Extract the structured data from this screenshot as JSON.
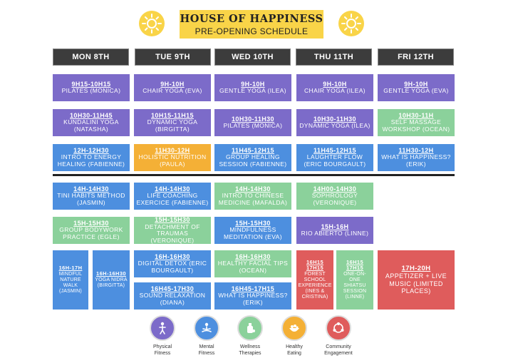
{
  "header": {
    "title": "HOUSE OF HAPPINESS",
    "subtitle": "PRE-OPENING SCHEDULE"
  },
  "days": [
    "MON 8TH",
    "TUE 9TH",
    "WED 10TH",
    "THU 11TH",
    "FRI 12TH"
  ],
  "sessions": [
    {
      "time": "9H15-10H15",
      "name": "PILATES (MONICA)"
    },
    {
      "time": "9H-10H",
      "name": "CHAIR YOGA (EVA)"
    },
    {
      "time": "9H-10H",
      "name": "GENTLE YOGA (ILEA)"
    },
    {
      "time": "9H-10H",
      "name": "CHAIR YOGA (ILEA)"
    },
    {
      "time": "9H-10H",
      "name": "GENTLE YOGA (EVA)"
    },
    {
      "time": "10H30-11H45",
      "name": "KUNDALINI YOGA (NATASHA)"
    },
    {
      "time": "10H15-11H15",
      "name": "DYNAMIC YOGA (BIRGITTA)"
    },
    {
      "time": "10H30-11H30",
      "name": "PILATES (MONICA)"
    },
    {
      "time": "10H30-11H30",
      "name": "DYNAMIC YOGA (ILEA)"
    },
    {
      "time": "10H30-11H",
      "name": "SELF MASSAGE WORKSHOP (OCEAN)"
    },
    {
      "time": "12H-12H30",
      "name": "INTRO TO ENERGY HEALING (FABIENNE)"
    },
    {
      "time": "11H30-12H",
      "name": "HOLISTIC NUTRITION (PAULA)"
    },
    {
      "time": "11H45-12H15",
      "name": "GROUP HEALING SESSION (FABIENNE)"
    },
    {
      "time": "11H45-12H15",
      "name": "LAUGHTER FLOW (ERIC BOURGAULT)"
    },
    {
      "time": "11H30-12H",
      "name": "WHAT IS HAPPINESS? (ERIK)"
    },
    {
      "time": "14H-14H30",
      "name": "TINI HABITS METHOD (JASMIN)"
    },
    {
      "time": "14H-14H30",
      "name": "LIFE COACHING EXERCICE (FABIENNE)"
    },
    {
      "time": "14H-14H30",
      "name": "INTRO TO CHINESE MEDICINE (MAFALDA)"
    },
    {
      "time": "14H00-14H30",
      "name": "SOPHROLOGY (VERONIQUE)"
    },
    {
      "time": "15H-15H30",
      "name": "GROUP BODYWORK PRACTICE (EGLE)"
    },
    {
      "time": "15H-15H30",
      "name": "DETACHMENT OF TRAUMAS (VERONIQUE)"
    },
    {
      "time": "15H-15H30",
      "name": "MINDFULNESS MEDITATION (EVA)"
    },
    {
      "time": "15H-16H",
      "name": "RIO ABIERTO (LINNE)"
    },
    {
      "time": "16H-17H",
      "name": "MINDFUL NATURE WALK (JASMIN)"
    },
    {
      "time": "16H-16H30",
      "name": "YOGA NIDRA (BIRGITTA)"
    },
    {
      "time": "16H-16H30",
      "name": "DIGITAL DETOX (ERIC BOURGAULT)"
    },
    {
      "time": "16H-16H30",
      "name": "HEALTHY FACIAL TIPS (OCEAN)"
    },
    {
      "time": "16H15 17H15",
      "name": "FOREST SCHOOL EXPERIENCE (INES & CRISTINA)"
    },
    {
      "time": "16H15 17H15",
      "name": "ONE-ON-ONE SHIATSU SESSION (LINNE)"
    },
    {
      "time": "17H-20H",
      "name": "APPETIZER + LIVE MUSIC (LIMITED PLACES)"
    },
    {
      "time": "16H45-17H30",
      "name": "SOUND RELAXATION (DIANA)"
    },
    {
      "time": "16H45-17H15",
      "name": "WHAT IS HAPPINESS? (ERIK)"
    }
  ],
  "legend": [
    {
      "label": "Physical\nFitness",
      "color": "#7c6bc9",
      "icon": "fitness-icon"
    },
    {
      "label": "Mental\nFitness",
      "color": "#4d8fdf",
      "icon": "meditation-icon"
    },
    {
      "label": "Wellness\nTherapies",
      "color": "#8bd19b",
      "icon": "wellness-icon"
    },
    {
      "label": "Healthy\nEating",
      "color": "#f4b036",
      "icon": "food-icon"
    },
    {
      "label": "Community\nEngagement",
      "color": "#df5c5c",
      "icon": "community-icon"
    }
  ]
}
